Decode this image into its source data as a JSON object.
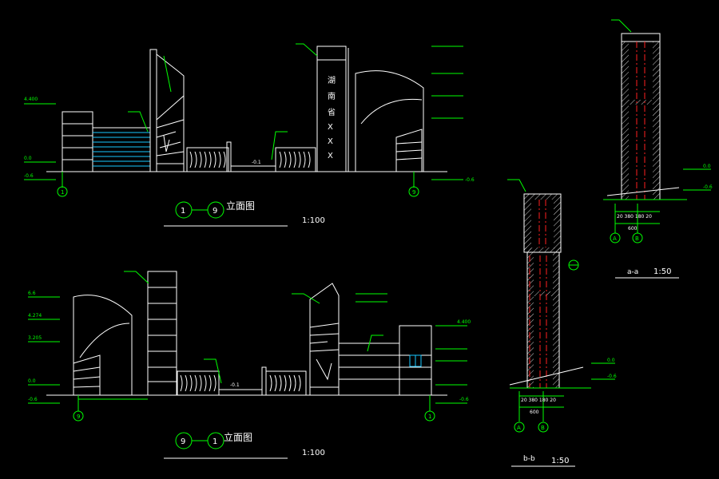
{
  "elev1": {
    "title": "立面图",
    "title_from": "1",
    "title_to": "9",
    "scale": "1:100",
    "axis_left": "1",
    "axis_right": "9",
    "sign_chars": [
      "湖",
      "南",
      "省",
      "X",
      "X",
      "X"
    ],
    "levels": [
      "4.400",
      "0.0",
      "-0.6"
    ],
    "track_level": "-0.1"
  },
  "elev2": {
    "title": "立面图",
    "title_from": "9",
    "title_to": "1",
    "scale": "1:100",
    "axis_left": "9",
    "axis_right": "1",
    "levels": [
      "6.6",
      "4.274",
      "3.205",
      "0.0",
      "-0.6",
      "4.400"
    ],
    "track_level": "-0.1"
  },
  "section_a": {
    "title": "a-a",
    "scale": "1:50",
    "axis_a": "A",
    "axis_b": "B",
    "levels": [
      "0.0",
      "-0.6"
    ],
    "dims": [
      "20 380 180 20",
      "600"
    ]
  },
  "section_b": {
    "title": "b-b",
    "scale": "1:50",
    "axis_a": "A",
    "axis_b": "B",
    "levels": [
      "0.0",
      "-0.6"
    ],
    "dims": [
      "20 380 180 20",
      "600"
    ]
  }
}
